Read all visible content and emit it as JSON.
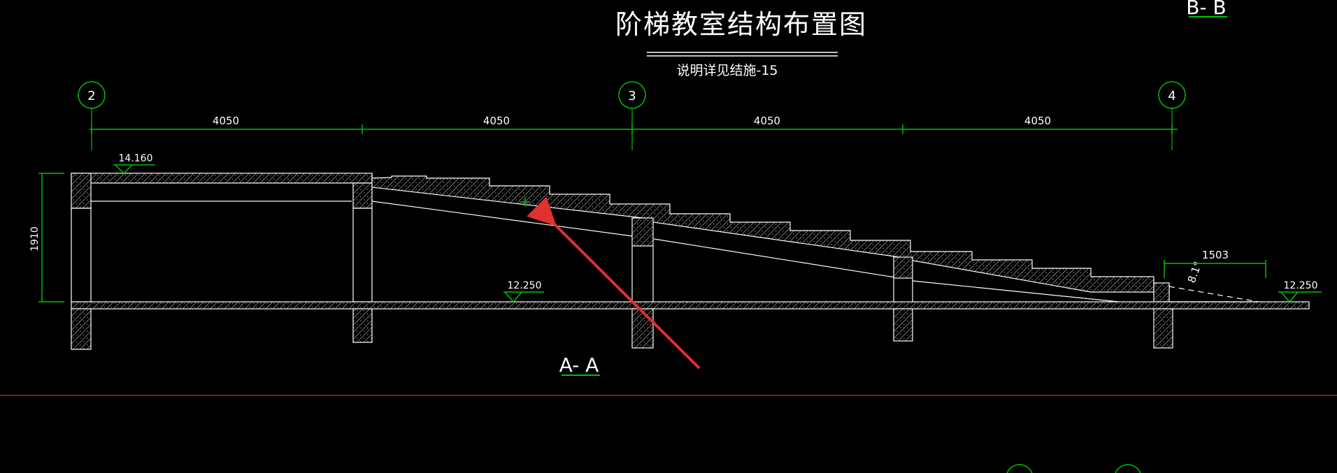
{
  "drawing": {
    "title": "阶梯教室结构布置图",
    "note": "说明详见结施-15",
    "section_label": "A- A",
    "section_label_top_right": "B- B"
  },
  "grid_axes": [
    {
      "label": "2"
    },
    {
      "label": "3"
    },
    {
      "label": "4"
    }
  ],
  "dimensions": {
    "spans": [
      "4050",
      "4050",
      "4050",
      "4050"
    ],
    "height": "1910",
    "ramp_length": "1503",
    "angle": "8.1°"
  },
  "levels": {
    "top": "14.160",
    "floor": "12.250",
    "ground_right": "12.250"
  },
  "colors": {
    "background": "#000000",
    "structure": "#ffffff",
    "dimension": "#00c000",
    "arrow": "#e03030",
    "baseline": "#a03018"
  }
}
